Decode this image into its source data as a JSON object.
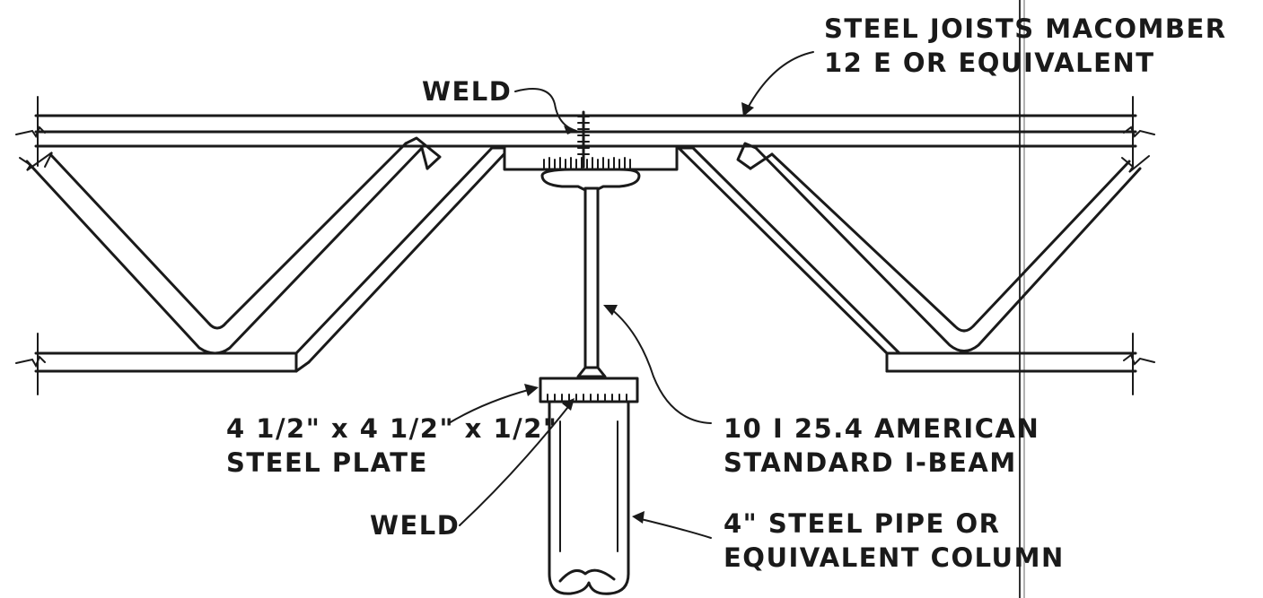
{
  "labels": {
    "weld_top": "WELD",
    "joists_line1": "STEEL JOISTS MACOMBER",
    "joists_line2": "12 E OR EQUIVALENT",
    "plate_line1": "4 1/2\" x 4 1/2\" x 1/2\"",
    "plate_line2": "STEEL PLATE",
    "beam_line1": "10 I 25.4 AMERICAN",
    "beam_line2": "STANDARD I-BEAM",
    "weld_bottom": "WELD",
    "pipe_line1": "4\" STEEL PIPE OR",
    "pipe_line2": "EQUIVALENT COLUMN"
  },
  "colors": {
    "ink": "#1a1a1a",
    "paper": "#ffffff"
  }
}
